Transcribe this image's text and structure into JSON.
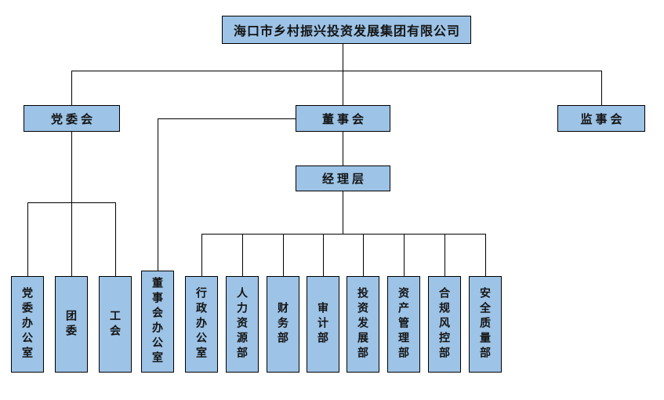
{
  "org_chart": {
    "root": "海口市乡村振兴投资发展集团有限公司",
    "level2": {
      "party_committee": "党委会",
      "board": "董事会",
      "supervisory_board": "监事会"
    },
    "management": "经理层",
    "party_children": [
      "党委办公室",
      "团委",
      "工会"
    ],
    "board_children": [
      "董事会办公室"
    ],
    "management_children": [
      "行政办公室",
      "人力资源部",
      "财务部",
      "审计部",
      "投资发展部",
      "资产管理部",
      "合规风控部",
      "安全质量部"
    ],
    "colors": {
      "box_fill": "#9DC3E6",
      "box_border": "#000000",
      "connector": "#000000",
      "text": "#141414"
    }
  }
}
